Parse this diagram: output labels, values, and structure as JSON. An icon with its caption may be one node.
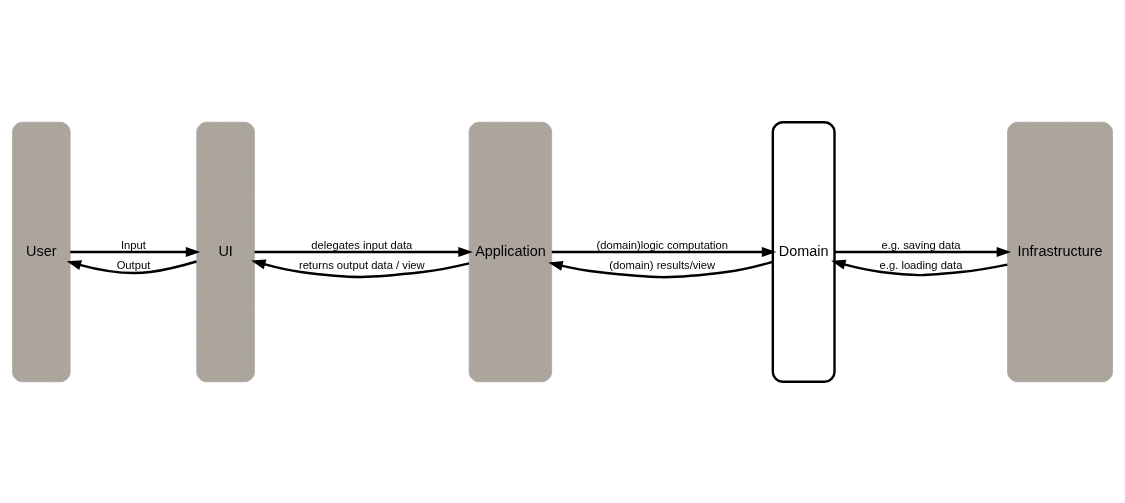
{
  "diagram": {
    "nodes": [
      {
        "text": [
          "User"
        ]
      },
      {
        "text": [
          "UI"
        ]
      },
      {
        "text": [
          "Application"
        ]
      },
      {
        "text": [
          "Domain"
        ]
      },
      {
        "text": [
          "Infrastructure"
        ]
      }
    ],
    "edges": [
      {
        "from": 0,
        "to": 1,
        "arrow": "to",
        "label": "Input"
      },
      {
        "from": 1,
        "to": 2,
        "arrow": "to",
        "label": "delegates input data"
      },
      {
        "from": 2,
        "to": 3,
        "arrow": "to",
        "label": "(domain)logic computation"
      },
      {
        "from": 3,
        "to": 4,
        "arrow": "to",
        "label": "e.g. saving data"
      },
      {
        "from": 4,
        "to": 3,
        "arrow": "to",
        "label": "e.g. loading data"
      },
      {
        "from": 3,
        "to": 2,
        "arrow": "to",
        "label": "(domain) results/view"
      },
      {
        "from": 2,
        "to": 1,
        "arrow": "to",
        "label": "returns output data / view"
      },
      {
        "from": 1,
        "to": 0,
        "arrow": "to",
        "label": "Output"
      }
    ]
  }
}
